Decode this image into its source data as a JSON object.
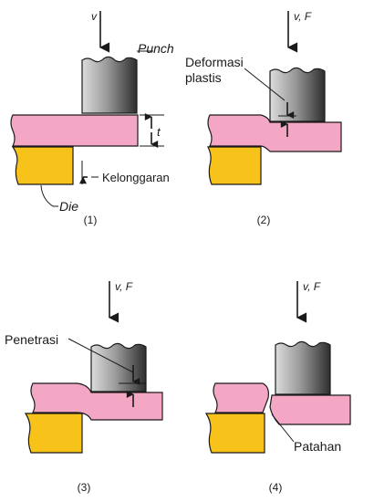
{
  "labels": {
    "punch": "Punch",
    "die": "Die",
    "t": "t",
    "kelonggaran": "Kelonggaran",
    "v": "v",
    "vf": "v, F",
    "deformasi": "Deformasi",
    "plastis": "plastis",
    "penetrasi": "Penetrasi",
    "patahan": "Patahan"
  },
  "steps": [
    "(1)",
    "(2)",
    "(3)",
    "(4)"
  ],
  "colors": {
    "sheet": "#f3a7c5",
    "die": "#f7c21a",
    "punch_dark": "#3a3a3a",
    "punch_light": "#d9d9d9"
  }
}
